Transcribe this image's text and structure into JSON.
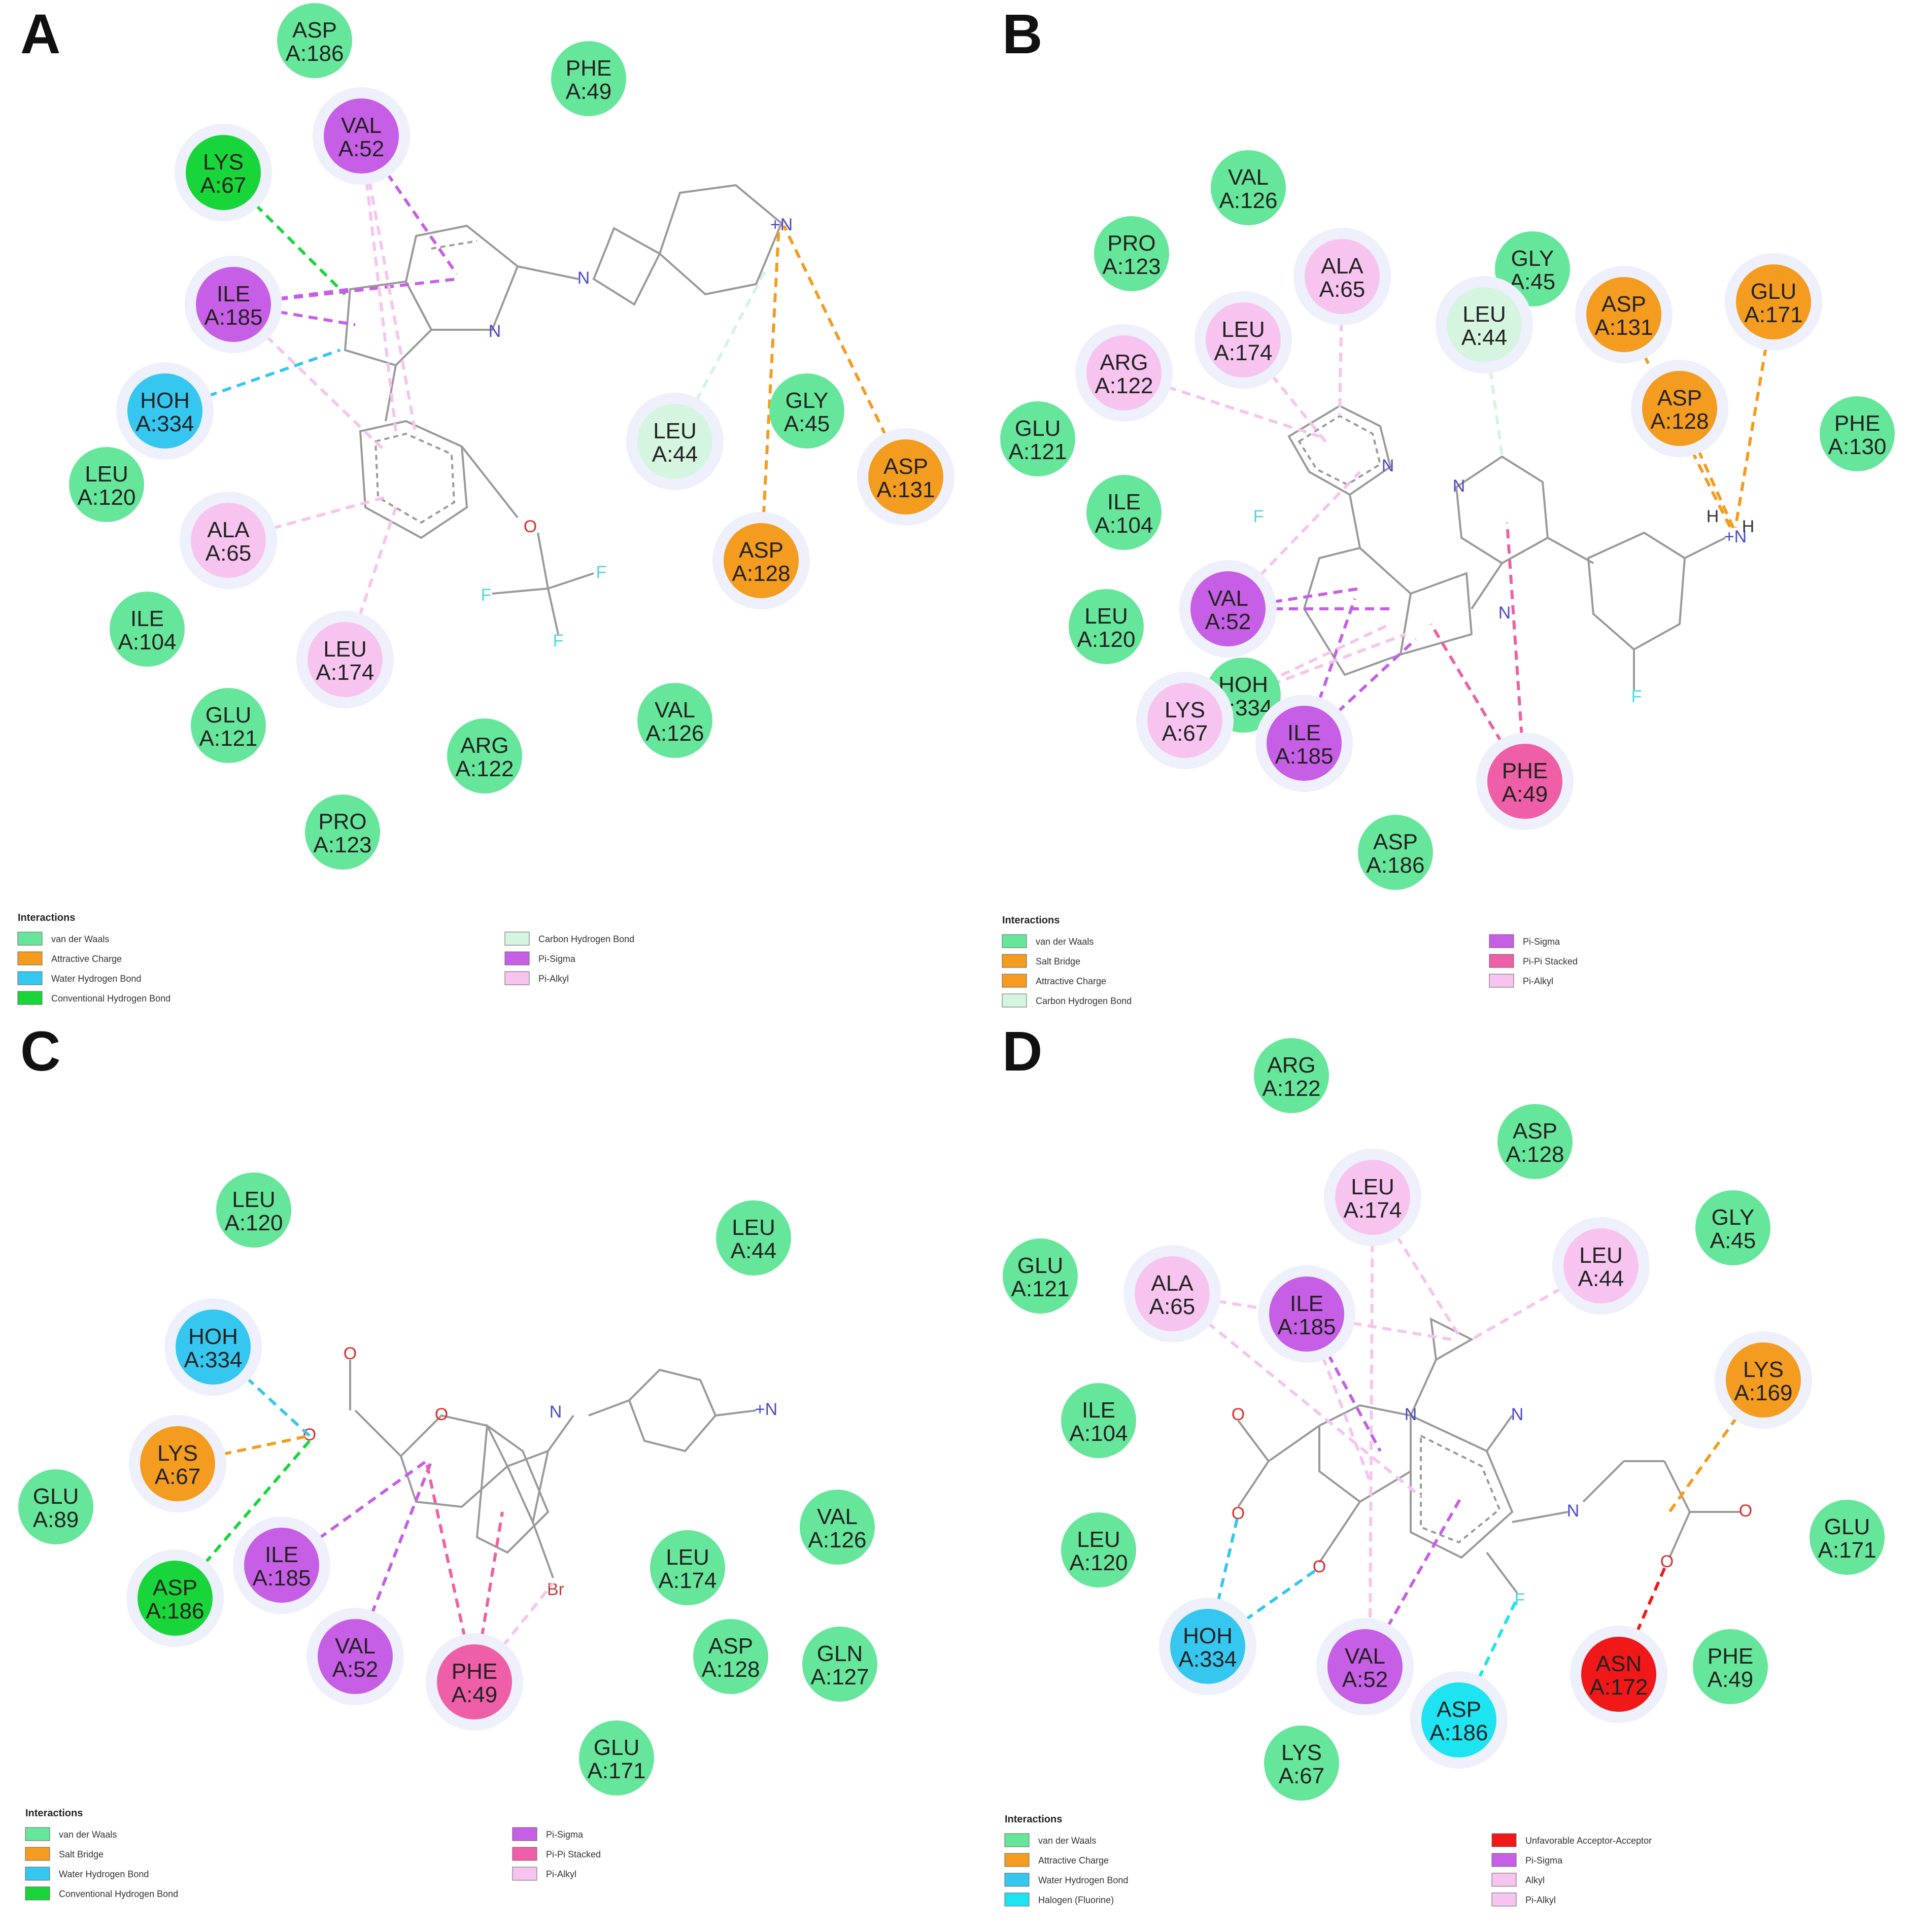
{
  "panels": [
    {
      "letter": "A",
      "legend_title": "Interactions",
      "legend": [
        {
          "label": "van der Waals",
          "color": "#66e69a"
        },
        {
          "label": "Attractive Charge",
          "color": "#f39c1f"
        },
        {
          "label": "Water Hydrogen Bond",
          "color": "#35c7f0"
        },
        {
          "label": "Conventional Hydrogen Bond",
          "color": "#18d63a"
        },
        {
          "label": "Carbon Hydrogen Bond",
          "color": "#d5f5e0"
        },
        {
          "label": "Pi-Sigma",
          "color": "#c65ee6"
        },
        {
          "label": "Pi-Alkyl",
          "color": "#f7c4f0"
        }
      ],
      "residues": [
        {
          "name": "ASP",
          "id": "A:186",
          "type": "vdw"
        },
        {
          "name": "PHE",
          "id": "A:49",
          "type": "vdw"
        },
        {
          "name": "VAL",
          "id": "A:52",
          "type": "pisigma"
        },
        {
          "name": "LYS",
          "id": "A:67",
          "type": "hbond"
        },
        {
          "name": "ILE",
          "id": "A:185",
          "type": "pisigma"
        },
        {
          "name": "HOH",
          "id": "A:334",
          "type": "water"
        },
        {
          "name": "LEU",
          "id": "A:120",
          "type": "vdw"
        },
        {
          "name": "ALA",
          "id": "A:65",
          "type": "pialkyl"
        },
        {
          "name": "ILE",
          "id": "A:104",
          "type": "vdw"
        },
        {
          "name": "LEU",
          "id": "A:174",
          "type": "pialkyl"
        },
        {
          "name": "GLU",
          "id": "A:121",
          "type": "vdw"
        },
        {
          "name": "ARG",
          "id": "A:122",
          "type": "vdw"
        },
        {
          "name": "PRO",
          "id": "A:123",
          "type": "vdw"
        },
        {
          "name": "VAL",
          "id": "A:126",
          "type": "vdw"
        },
        {
          "name": "LEU",
          "id": "A:44",
          "type": "chbond"
        },
        {
          "name": "GLY",
          "id": "A:45",
          "type": "vdw"
        },
        {
          "name": "ASP",
          "id": "A:128",
          "type": "charge"
        },
        {
          "name": "ASP",
          "id": "A:131",
          "type": "charge"
        }
      ]
    },
    {
      "letter": "B",
      "legend_title": "Interactions",
      "legend": [
        {
          "label": "van der Waals",
          "color": "#66e69a"
        },
        {
          "label": "Salt Bridge",
          "color": "#f39c1f"
        },
        {
          "label": "Attractive Charge",
          "color": "#f39c1f"
        },
        {
          "label": "Carbon Hydrogen Bond",
          "color": "#d5f5e0"
        },
        {
          "label": "Pi-Sigma",
          "color": "#c65ee6"
        },
        {
          "label": "Pi-Pi Stacked",
          "color": "#ee5fa7"
        },
        {
          "label": "Pi-Alkyl",
          "color": "#f7c4f0"
        }
      ],
      "residues": [
        {
          "name": "VAL",
          "id": "A:126",
          "type": "vdw"
        },
        {
          "name": "PRO",
          "id": "A:123",
          "type": "vdw"
        },
        {
          "name": "GLY",
          "id": "A:45",
          "type": "vdw"
        },
        {
          "name": "ALA",
          "id": "A:65",
          "type": "pialkyl"
        },
        {
          "name": "LEU",
          "id": "A:44",
          "type": "chbond"
        },
        {
          "name": "ASP",
          "id": "A:131",
          "type": "charge"
        },
        {
          "name": "GLU",
          "id": "A:171",
          "type": "charge"
        },
        {
          "name": "LEU",
          "id": "A:174",
          "type": "pialkyl"
        },
        {
          "name": "ARG",
          "id": "A:122",
          "type": "pialkyl"
        },
        {
          "name": "ASP",
          "id": "A:128",
          "type": "charge"
        },
        {
          "name": "PHE",
          "id": "A:130",
          "type": "vdw"
        },
        {
          "name": "GLU",
          "id": "A:121",
          "type": "vdw"
        },
        {
          "name": "ILE",
          "id": "A:104",
          "type": "vdw"
        },
        {
          "name": "VAL",
          "id": "A:52",
          "type": "pisigma"
        },
        {
          "name": "LEU",
          "id": "A:120",
          "type": "vdw"
        },
        {
          "name": "HOH",
          "id": "A:334",
          "type": "vdw"
        },
        {
          "name": "LYS",
          "id": "A:67",
          "type": "pialkyl"
        },
        {
          "name": "ILE",
          "id": "A:185",
          "type": "pisigma"
        },
        {
          "name": "PHE",
          "id": "A:49",
          "type": "pipi"
        },
        {
          "name": "ASP",
          "id": "A:186",
          "type": "vdw"
        }
      ]
    },
    {
      "letter": "C",
      "legend_title": "Interactions",
      "legend": [
        {
          "label": "van der Waals",
          "color": "#66e69a"
        },
        {
          "label": "Salt Bridge",
          "color": "#f39c1f"
        },
        {
          "label": "Water Hydrogen Bond",
          "color": "#35c7f0"
        },
        {
          "label": "Conventional Hydrogen Bond",
          "color": "#18d63a"
        },
        {
          "label": "Pi-Sigma",
          "color": "#c65ee6"
        },
        {
          "label": "Pi-Pi Stacked",
          "color": "#ee5fa7"
        },
        {
          "label": "Pi-Alkyl",
          "color": "#f7c4f0"
        }
      ],
      "residues": [
        {
          "name": "LEU",
          "id": "A:120",
          "type": "vdw"
        },
        {
          "name": "LEU",
          "id": "A:44",
          "type": "vdw"
        },
        {
          "name": "HOH",
          "id": "A:334",
          "type": "water"
        },
        {
          "name": "LYS",
          "id": "A:67",
          "type": "charge"
        },
        {
          "name": "GLU",
          "id": "A:89",
          "type": "vdw"
        },
        {
          "name": "ASP",
          "id": "A:186",
          "type": "hbond"
        },
        {
          "name": "ILE",
          "id": "A:185",
          "type": "pisigma"
        },
        {
          "name": "VAL",
          "id": "A:52",
          "type": "pisigma"
        },
        {
          "name": "PHE",
          "id": "A:49",
          "type": "pipi"
        },
        {
          "name": "VAL",
          "id": "A:126",
          "type": "vdw"
        },
        {
          "name": "LEU",
          "id": "A:174",
          "type": "vdw"
        },
        {
          "name": "ASP",
          "id": "A:128",
          "type": "vdw"
        },
        {
          "name": "GLN",
          "id": "A:127",
          "type": "vdw"
        },
        {
          "name": "GLU",
          "id": "A:171",
          "type": "vdw"
        }
      ]
    },
    {
      "letter": "D",
      "legend_title": "Interactions",
      "legend": [
        {
          "label": "van der Waals",
          "color": "#66e69a"
        },
        {
          "label": "Attractive Charge",
          "color": "#f39c1f"
        },
        {
          "label": "Water Hydrogen Bond",
          "color": "#35c7f0"
        },
        {
          "label": "Halogen (Fluorine)",
          "color": "#1ee3f0"
        },
        {
          "label": "Unfavorable Acceptor-Acceptor",
          "color": "#f01818"
        },
        {
          "label": "Pi-Sigma",
          "color": "#c65ee6"
        },
        {
          "label": "Alkyl",
          "color": "#f7c4f0"
        },
        {
          "label": "Pi-Alkyl",
          "color": "#f7c4f0"
        }
      ],
      "residues": [
        {
          "name": "ARG",
          "id": "A:122",
          "type": "vdw"
        },
        {
          "name": "ASP",
          "id": "A:128",
          "type": "vdw"
        },
        {
          "name": "LEU",
          "id": "A:174",
          "type": "pialkyl"
        },
        {
          "name": "GLY",
          "id": "A:45",
          "type": "vdw"
        },
        {
          "name": "LEU",
          "id": "A:44",
          "type": "pialkyl"
        },
        {
          "name": "GLU",
          "id": "A:121",
          "type": "vdw"
        },
        {
          "name": "ALA",
          "id": "A:65",
          "type": "pialkyl"
        },
        {
          "name": "ILE",
          "id": "A:185",
          "type": "pisigma"
        },
        {
          "name": "LYS",
          "id": "A:169",
          "type": "charge"
        },
        {
          "name": "ILE",
          "id": "A:104",
          "type": "vdw"
        },
        {
          "name": "GLU",
          "id": "A:171",
          "type": "vdw"
        },
        {
          "name": "LEU",
          "id": "A:120",
          "type": "vdw"
        },
        {
          "name": "HOH",
          "id": "A:334",
          "type": "water"
        },
        {
          "name": "VAL",
          "id": "A:52",
          "type": "pisigma"
        },
        {
          "name": "ASN",
          "id": "A:172",
          "type": "unfav"
        },
        {
          "name": "PHE",
          "id": "A:49",
          "type": "vdw"
        },
        {
          "name": "ASP",
          "id": "A:186",
          "type": "halogen"
        },
        {
          "name": "LYS",
          "id": "A:67",
          "type": "vdw"
        }
      ]
    }
  ],
  "type_colors": {
    "vdw": "#66e69a",
    "charge": "#f39c1f",
    "water": "#35c7f0",
    "hbond": "#18d63a",
    "chbond": "#d5f5e0",
    "pisigma": "#c65ee6",
    "pialkyl": "#f7c4f0",
    "pipi": "#ee5fa7",
    "halogen": "#1ee3f0",
    "unfav": "#f01818"
  },
  "atoms": {
    "nitrogen": "N",
    "oxygen": "O",
    "fluorine": "F",
    "bromine": "Br",
    "hydrogen": "H",
    "cation": "+N"
  }
}
